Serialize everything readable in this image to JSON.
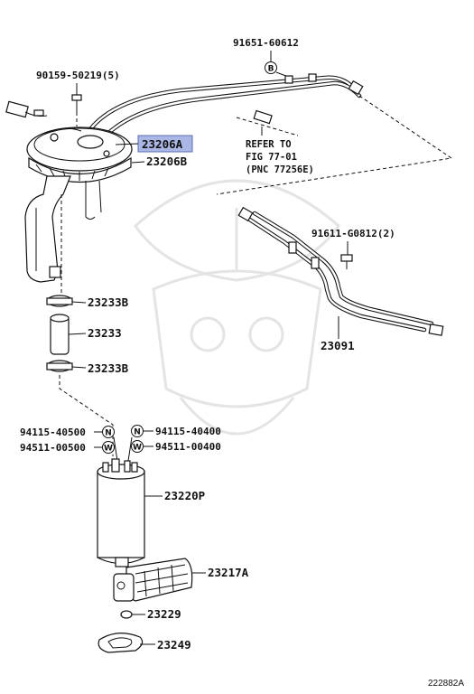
{
  "diagram": {
    "watermark": "samurai-helmet-watermark",
    "highlight_color": "#aab6e3",
    "labels": {
      "p91651": "91651-60612",
      "p90159": "90159-50219(5)",
      "p23206A": "23206A",
      "p23206B": "23206B",
      "p91611": "91611-G0812(2)",
      "p23233B_top": "23233B",
      "p23233": "23233",
      "p23233B_bot": "23233B",
      "p23091": "23091",
      "p94115_l": "94115-40500",
      "p94115_r": "94115-40400",
      "p94511_l": "94511-00500",
      "p94511_r": "94511-00400",
      "p23220P": "23220P",
      "p23217A": "23217A",
      "p23229": "23229",
      "p23249": "23249"
    },
    "refer": {
      "line1": "REFER TO",
      "line2": "FIG 77-01",
      "line3": "(PNC 77256E)"
    },
    "markers": {
      "b": "B",
      "n": "N",
      "w": "W"
    },
    "figure_code": "222882A"
  }
}
